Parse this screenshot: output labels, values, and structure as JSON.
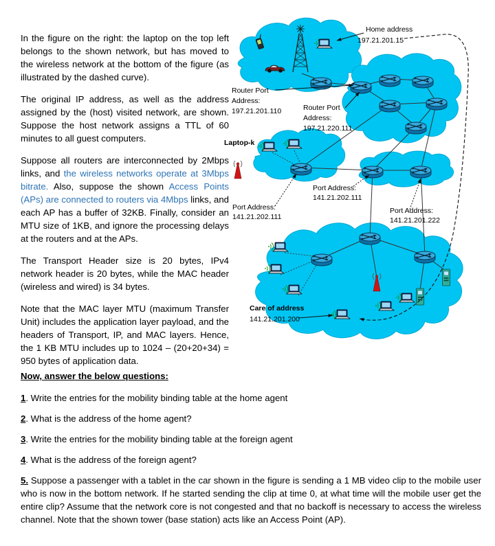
{
  "colors": {
    "cloud_cyan": "#00c5f2",
    "emphasis_blue": "#2e74b5",
    "access_point_red": "#d11414"
  },
  "intro": {
    "p1": "In the figure on the right: the laptop on the top left belongs to the shown network, but has moved to the wireless network at the bottom of the figure (as illustrated by the dashed curve).",
    "p2": "The original IP address, as well as the address assigned by the (host) visited network, are shown. Suppose the host network assigns a TTL of 60 minutes to all guest computers.",
    "p3": {
      "seg1": "Suppose all routers are interconnected by 2Mbps links, and ",
      "seg2": "the wireless networks operate at 3Mbps bitrate.",
      "seg3": " Also, suppose the shown ",
      "seg4": "Access Points (APs) are connected to routers via 4Mbps",
      "seg5": " links, and each AP has a buffer of 32KB. Finally, consider an MTU size of 1KB, and ignore the processing delays at the routers and at the APs."
    },
    "p4": "The Transport Header size is 20 bytes, IPv4 network header is 20 bytes, while the MAC header (wireless and wired) is 34 bytes.",
    "p5": "Note that the MAC layer MTU (maximum Transfer Unit) includes the application layer payload, and the headers of Transport, IP, and MAC layers. Hence, the 1 KB MTU includes up to 1024 – (20+20+34) = 950 bytes of application data."
  },
  "questions": {
    "header": "Now, answer the below questions:",
    "items": [
      {
        "num": "1",
        "body": ". Write the entries for the mobility binding table at the home agent"
      },
      {
        "num": "2",
        "body": ". What is the address of the home agent?"
      },
      {
        "num": "3",
        "body": ". Write the entries for the mobility binding table at the foreign agent"
      },
      {
        "num": "4",
        "body": ". What is the address of the foreign agent?"
      },
      {
        "num": "5.",
        "body": " Suppose a passenger with a tablet in the car shown in the figure is sending a 1 MB video clip to the mobile user who is now in the bottom network. If he started sending the clip at time 0, at what time will the mobile user get the entire clip? Assume that the network core is not congested and that no backoff is necessary to access the wireless channel. Note that the shown tower (base station) acts like an Access Point (AP)."
      }
    ]
  },
  "diagram": {
    "home_address": {
      "l1": "Home address",
      "l2": "197.21.201.15"
    },
    "router_port_a": {
      "l1": "Router Port",
      "l2": "Address:",
      "l3": "197.21.201.110"
    },
    "router_port_b": {
      "l1": "Router Port",
      "l2": "Address:",
      "l3": "197.21.220.111"
    },
    "laptop_k": "Laptop-k",
    "port_mid": {
      "l1": "Port Address:",
      "l2": "141.21.202.111"
    },
    "port_left": {
      "l1": "Port Address:",
      "l2": "141.21.202.111"
    },
    "port_right": {
      "l1": "Port Address:",
      "l2": "141.21.201.222"
    },
    "care_of": {
      "l1": "Care of address",
      "l2": "141.21.201.200"
    }
  }
}
